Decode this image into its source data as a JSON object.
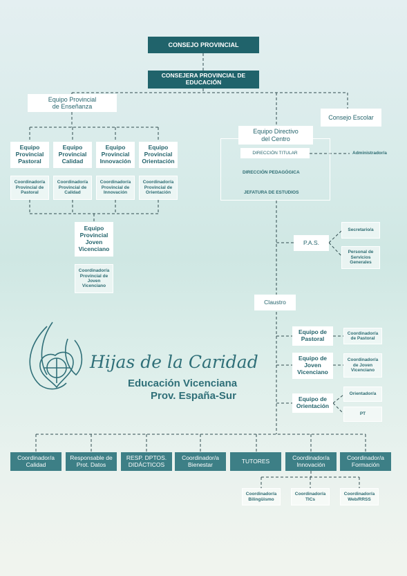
{
  "colors": {
    "primary": "#20636b",
    "secondary": "#3d7f86",
    "text": "#24646c"
  },
  "nodes": {
    "consejo_provincial": "CONSEJO PROVINCIAL",
    "consejera_provincial": "CONSEJERA PROVINCIAL DE\nEDUCACIÓN",
    "equipo_prov_ensenanza": "Equipo Provincial\nde Enseñanza",
    "consejo_escolar": "Consejo Escolar",
    "ep_pastoral": "Equipo\nProvincial\nPastoral",
    "ep_calidad": "Equipo\nProvincial\nCalidad",
    "ep_innovacion": "Equipo\nProvincial\nInnovación",
    "ep_orientacion": "Equipo\nProvincial\nOrientación",
    "coord_prov_pastoral": "Coordinador/a\nProvincial de\nPastoral",
    "coord_prov_calidad": "Coordinador/a\nProvincial de\nCalidad",
    "coord_prov_innovacion": "Coordinador/a\nProvincial de\nInnovación",
    "coord_prov_orientacion": "Coordinador/a\nProvincial de\nOrientación",
    "ep_joven_vicenciano": "Equipo\nProvincial\nJoven\nVicenciano",
    "coord_prov_joven": "Coordinador/a\nProvincial de\nJoven\nVicenciano",
    "equipo_directivo": "Equipo Directivo\ndel Centro",
    "direccion_titular": "DIRECCIÓN TITULAR",
    "administrador": "Administrador/a",
    "direccion_pedagogica": "DIRECCIÓN PEDAGÓGICA",
    "jefatura_estudios": "JEFATURA DE ESTUDIOS",
    "pas": "P.A.S.",
    "secretario": "Secretario/a",
    "personal_servicios": "Personal de\nServicios\nGenerales",
    "claustro": "Claustro",
    "eq_pastoral": "Equipo de\nPastoral",
    "coord_pastoral": "Coordinador/a\nde Pastoral",
    "eq_joven": "Equipo de\nJoven\nVicenciano",
    "coord_joven": "Coordinador/a\nde Joven\nVicenciano",
    "eq_orientacion": "Equipo de\nOrientación",
    "orientador": "Orientador/a",
    "pt": "PT",
    "coord_calidad": "Coordinador/a\nCalidad",
    "resp_prot_datos": "Responsable de\nProt. Datos",
    "resp_dptos": "RESP. DPTOS.\nDIDÁCTICOS",
    "coord_bienestar": "Coordinador/a\nBienestar",
    "tutores": "TUTORES",
    "coord_innovacion": "Coordinador/a\nInnovación",
    "coord_formacion": "Coordinador/a\nFormación",
    "coord_bilinguismo": "Coordinador/a\nBilingüismo",
    "coord_tics": "Coordinador/a\nTICs",
    "coord_web": "Coordinador/a\nWeb/RRSS"
  },
  "logo": {
    "line1": "Hijas de la Caridad",
    "line2": "Educación Vicenciana",
    "line3": "Prov. España-Sur"
  }
}
